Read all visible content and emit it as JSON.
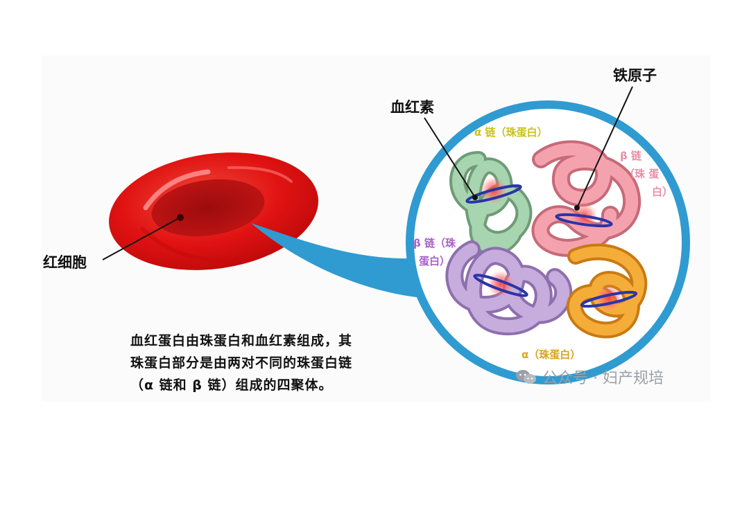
{
  "labels": {
    "rbc": "红细胞",
    "heme": "血红素",
    "iron_atom": "铁原子",
    "alpha_chain_top": "α 链（珠蛋白）",
    "beta_chain_right_line1": "β 链",
    "beta_chain_right_line2": "（珠 蛋",
    "beta_chain_right_line3": "白）",
    "beta_chain_left_line1": "β 链（珠",
    "beta_chain_left_line2": "蛋白）",
    "alpha_chain_bottom": "α（珠蛋白）"
  },
  "caption": {
    "line1": "血红蛋白由珠蛋白和血红素组成，其",
    "line2": "珠蛋白部分是由两对不同的珠蛋白链",
    "line3": "（α 链和 β 链）组成的四聚体。"
  },
  "watermark": {
    "text": "公众号 · 妇产规培",
    "icon": "wechat-icon"
  },
  "colors": {
    "rbc": "#e01212",
    "rbc_center": "#a80d0d",
    "lens_ring": "#2f9bd1",
    "alpha_chain_green": "#8fc79a",
    "beta_chain_pink": "#ef8f9e",
    "beta_chain_purple": "#b89ad0",
    "alpha_chain_orange": "#f0a330",
    "heme_blue": "#2a35a8",
    "label_yellow": "#c9c21a",
    "label_pink": "#e88fa8",
    "label_purple": "#a95fc9",
    "label_orange": "#d9a320"
  }
}
